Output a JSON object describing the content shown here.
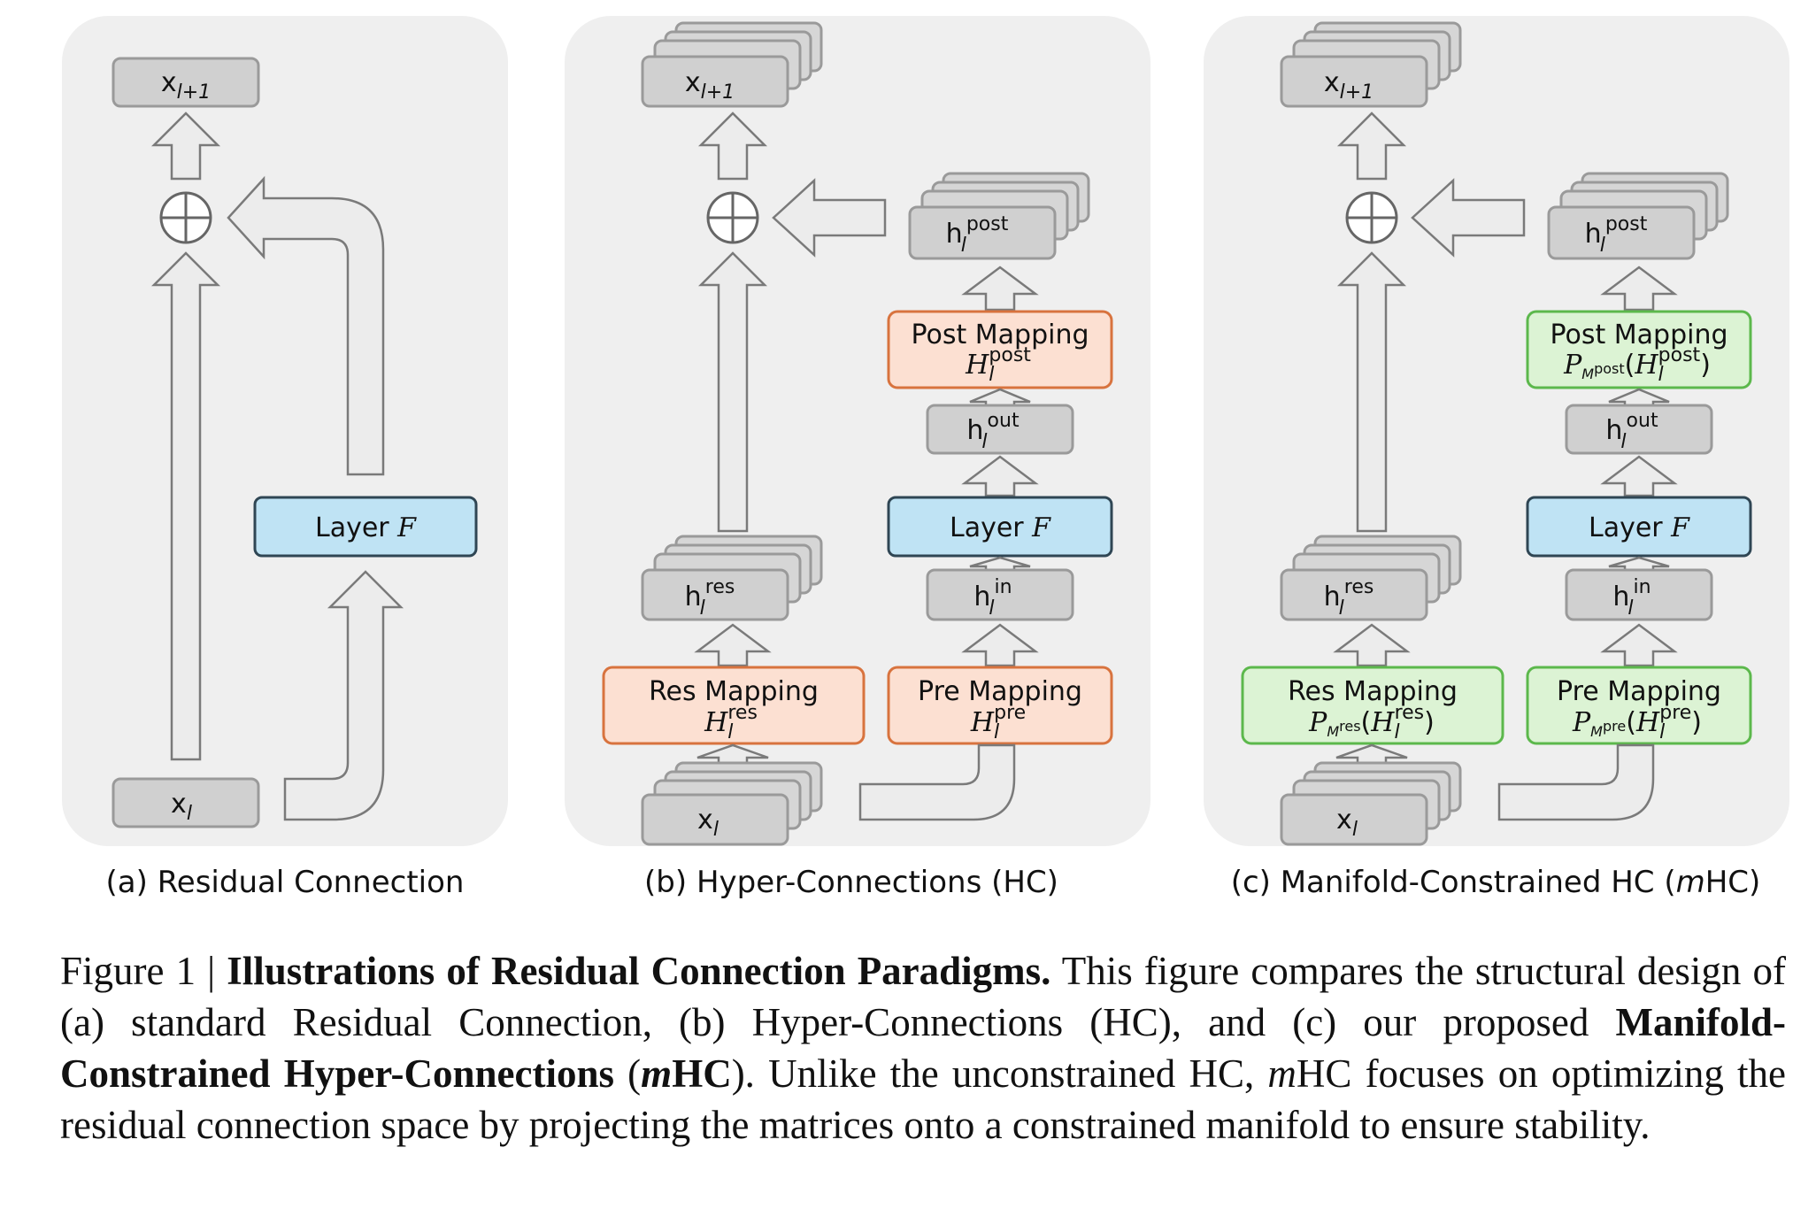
{
  "panels": {
    "a": {
      "caption": "(a) Residual Connection",
      "x_out": {
        "base": "x",
        "sub": "l+1"
      },
      "x_in": {
        "base": "x",
        "sub": "l"
      },
      "layer": {
        "label": "Layer ",
        "symbol": "F"
      }
    },
    "b": {
      "caption": "(b) Hyper-Connections (HC)",
      "x_out": {
        "base": "x",
        "sub": "l+1"
      },
      "x_in": {
        "base": "x",
        "sub": "l"
      },
      "h_post": {
        "base": "h",
        "sub": "l",
        "sup": "post"
      },
      "h_out": {
        "base": "h",
        "sub": "l",
        "sup": "out"
      },
      "h_in": {
        "base": "h",
        "sub": "l",
        "sup": "in"
      },
      "h_res": {
        "base": "h",
        "sub": "l",
        "sup": "res"
      },
      "layer": {
        "label": "Layer ",
        "symbol": "F"
      },
      "post_mapping": {
        "title": "Post Mapping",
        "sym": "H",
        "sub": "l",
        "sup": "post"
      },
      "pre_mapping": {
        "title": "Pre Mapping",
        "sym": "H",
        "sub": "l",
        "sup": "pre"
      },
      "res_mapping": {
        "title": "Res Mapping",
        "sym": "H",
        "sub": "l",
        "sup": "res"
      }
    },
    "c": {
      "caption_prefix": "(c) Manifold-Constrained HC (",
      "caption_m": "m",
      "caption_suffix": "HC)",
      "x_out": {
        "base": "x",
        "sub": "l+1"
      },
      "x_in": {
        "base": "x",
        "sub": "l"
      },
      "h_post": {
        "base": "h",
        "sub": "l",
        "sup": "post"
      },
      "h_out": {
        "base": "h",
        "sub": "l",
        "sup": "out"
      },
      "h_in": {
        "base": "h",
        "sub": "l",
        "sup": "in"
      },
      "h_res": {
        "base": "h",
        "sub": "l",
        "sup": "res"
      },
      "layer": {
        "label": "Layer ",
        "symbol": "F"
      },
      "post_mapping": {
        "title": "Post Mapping",
        "proj": "P",
        "manifold": "M",
        "msup": "post",
        "sym": "H",
        "sub": "l",
        "sup": "post"
      },
      "pre_mapping": {
        "title": "Pre Mapping",
        "proj": "P",
        "manifold": "M",
        "msup": "pre",
        "sym": "H",
        "sub": "l",
        "sup": "pre"
      },
      "res_mapping": {
        "title": "Res Mapping",
        "proj": "P",
        "manifold": "M",
        "msup": "res",
        "sym": "H",
        "sub": "l",
        "sup": "res"
      }
    }
  },
  "colors": {
    "panel_bg": "#efefef",
    "gray_box_fill": "#d0d0d0",
    "gray_box_stroke": "#9a9a9a",
    "layer_fill": "#bfe3f4",
    "layer_stroke": "#2f4654",
    "hc_map_fill": "#fce0d2",
    "hc_map_stroke": "#d8733e",
    "mhc_map_fill": "#dcf3d4",
    "mhc_map_stroke": "#5cb84c",
    "arrow_fill": "#ececec",
    "arrow_stroke": "#7a7a7a"
  },
  "figure_caption": {
    "label": "Figure 1 | ",
    "title": "Illustrations of Residual Connection Paradigms.",
    "text1": " This figure compares the structural design of (a) standard Residual Connection, (b) Hyper-Connections (HC), and (c) our proposed ",
    "bold2": "Manifold-Constrained Hyper-Connections",
    "paren_open": " (",
    "m1": "m",
    "hc1": "HC",
    "text2": "). Unlike the unconstrained HC, ",
    "m2": "m",
    "text3": "HC focuses on optimizing the residual connection space by projecting the matrices onto a constrained manifold to ensure stability."
  }
}
